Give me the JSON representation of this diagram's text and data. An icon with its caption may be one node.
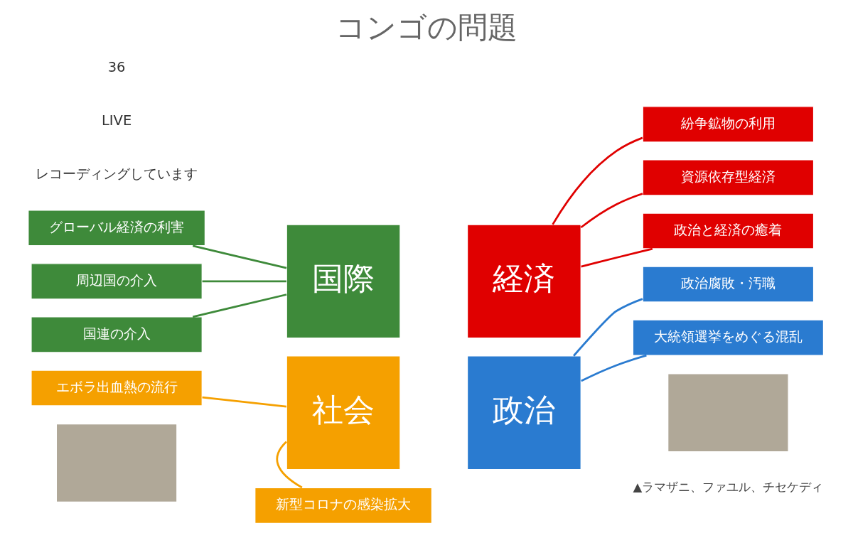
{
  "diagram": {
    "title": "コンゴの問題",
    "nodes": [
      {
        "text": [
          "国際"
        ]
      },
      {
        "text": [
          "経済"
        ]
      },
      {
        "text": [
          "社会"
        ]
      },
      {
        "text": [
          "政治"
        ]
      },
      {
        "text": [
          "グローバル経済の利害"
        ]
      },
      {
        "text": [
          "紛争鉱物の利用"
        ]
      },
      {
        "text": [
          "周辺国の介入"
        ]
      },
      {
        "text": [
          "資源依存型経済"
        ]
      },
      {
        "text": [
          "国連の介入"
        ]
      },
      {
        "text": [
          "政治と経済の癒着"
        ]
      },
      {
        "text": [
          "エボラ出血熱の流行"
        ]
      },
      {
        "text": [
          "政治腐敗・汚職"
        ]
      },
      {
        "text": [],
        "shape": "box"
      },
      {
        "text": [
          "大統領選挙をめぐる混乱"
        ]
      },
      {
        "text": [
          "新型コロナの感染拡大"
        ]
      },
      {
        "text": [],
        "shape": "box",
        "beside": [
          "▲ラマザニ、ファユル、チセケディ"
        ]
      }
    ],
    "edges": [
      {
        "from": 4,
        "to": 0,
        "arrow": "none",
        "color": "#3e8a3a"
      },
      {
        "from": 5,
        "to": 1,
        "arrow": "none",
        "color": "#e00000"
      },
      {
        "from": 6,
        "to": 0,
        "arrow": "none",
        "color": "#3e8a3a"
      },
      {
        "from": 7,
        "to": 1,
        "arrow": "none",
        "color": "#e00000"
      },
      {
        "from": 8,
        "to": 0,
        "arrow": "none",
        "color": "#3e8a3a"
      },
      {
        "from": 9,
        "to": 1,
        "arrow": "none",
        "color": "#e00000"
      },
      {
        "from": 10,
        "to": 2,
        "arrow": "none",
        "color": "#f5a000"
      },
      {
        "from": 11,
        "to": 3,
        "arrow": "none",
        "color": "#2a7bd0"
      },
      {
        "from": 13,
        "to": 3,
        "arrow": "none",
        "color": "#2a7bd0"
      },
      {
        "from": 14,
        "to": 2,
        "arrow": "none",
        "color": "#f5a000"
      }
    ],
    "labels": [
      "レコーディングしています",
      "LIVE",
      "36"
    ]
  }
}
